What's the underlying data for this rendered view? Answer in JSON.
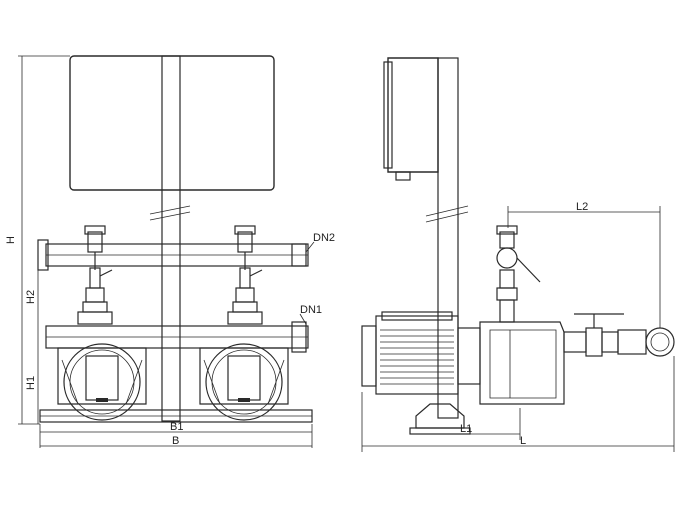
{
  "labels": {
    "H": "H",
    "H2": "H2",
    "H1": "H1",
    "B1": "B1",
    "B": "B",
    "DN2": "DN2",
    "DN1": "DN1",
    "L2": "L2",
    "L1": "L1",
    "L": "L"
  }
}
